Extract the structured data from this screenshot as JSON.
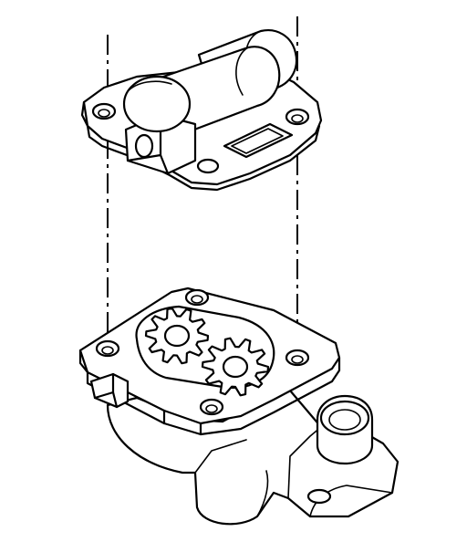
{
  "diagram": {
    "kind": "exploded-view line drawing",
    "colors": {
      "line": "#000000",
      "fill": "#ffffff"
    },
    "parts": [
      "cover-assembly",
      "pump-body",
      "drive-gear",
      "driven-gear"
    ],
    "gear_teeth": 10,
    "alignment_axes": 2
  }
}
